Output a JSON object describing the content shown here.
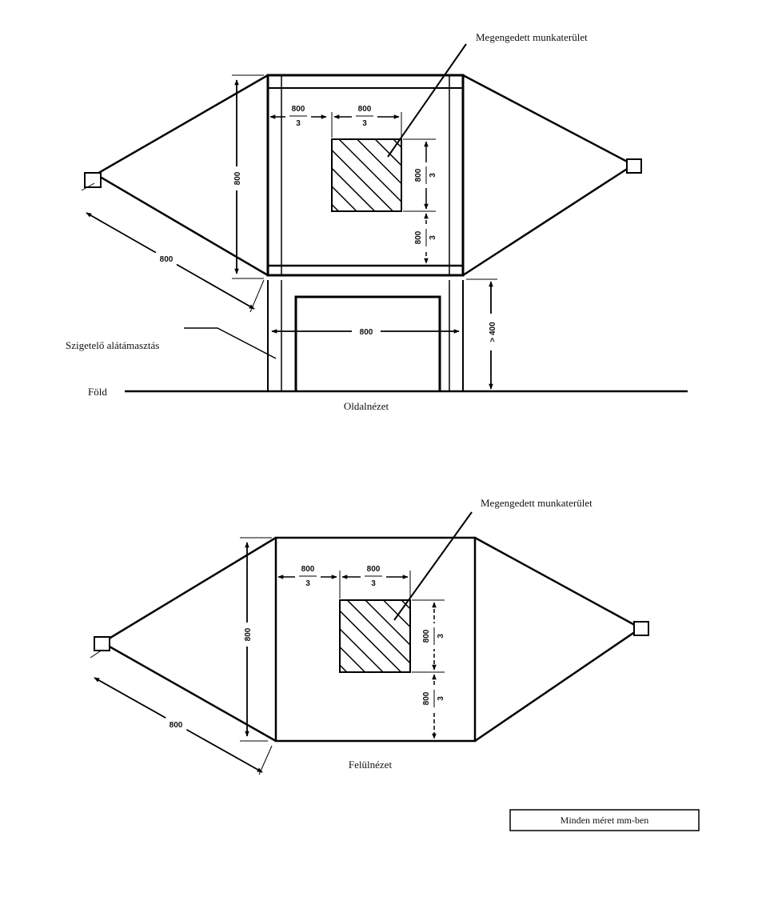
{
  "side_view": {
    "work_area_label": "Megengedett munkaterület",
    "insulating_support_label": "Szigetelő alátámasztás",
    "ground_label": "Föld",
    "view_title": "Oldalnézet",
    "dim_height": "800",
    "dim_diagonal": "800",
    "dim_width": "800",
    "dim_clearance": "> 400",
    "frac_num": "800",
    "frac_den": "3"
  },
  "top_view": {
    "work_area_label": "Megengedett munkaterület",
    "view_title": "Felülnézet",
    "dim_height": "800",
    "dim_diagonal": "800",
    "frac_num": "800",
    "frac_den": "3"
  },
  "note": {
    "units_text": "Minden méret mm-ben"
  }
}
